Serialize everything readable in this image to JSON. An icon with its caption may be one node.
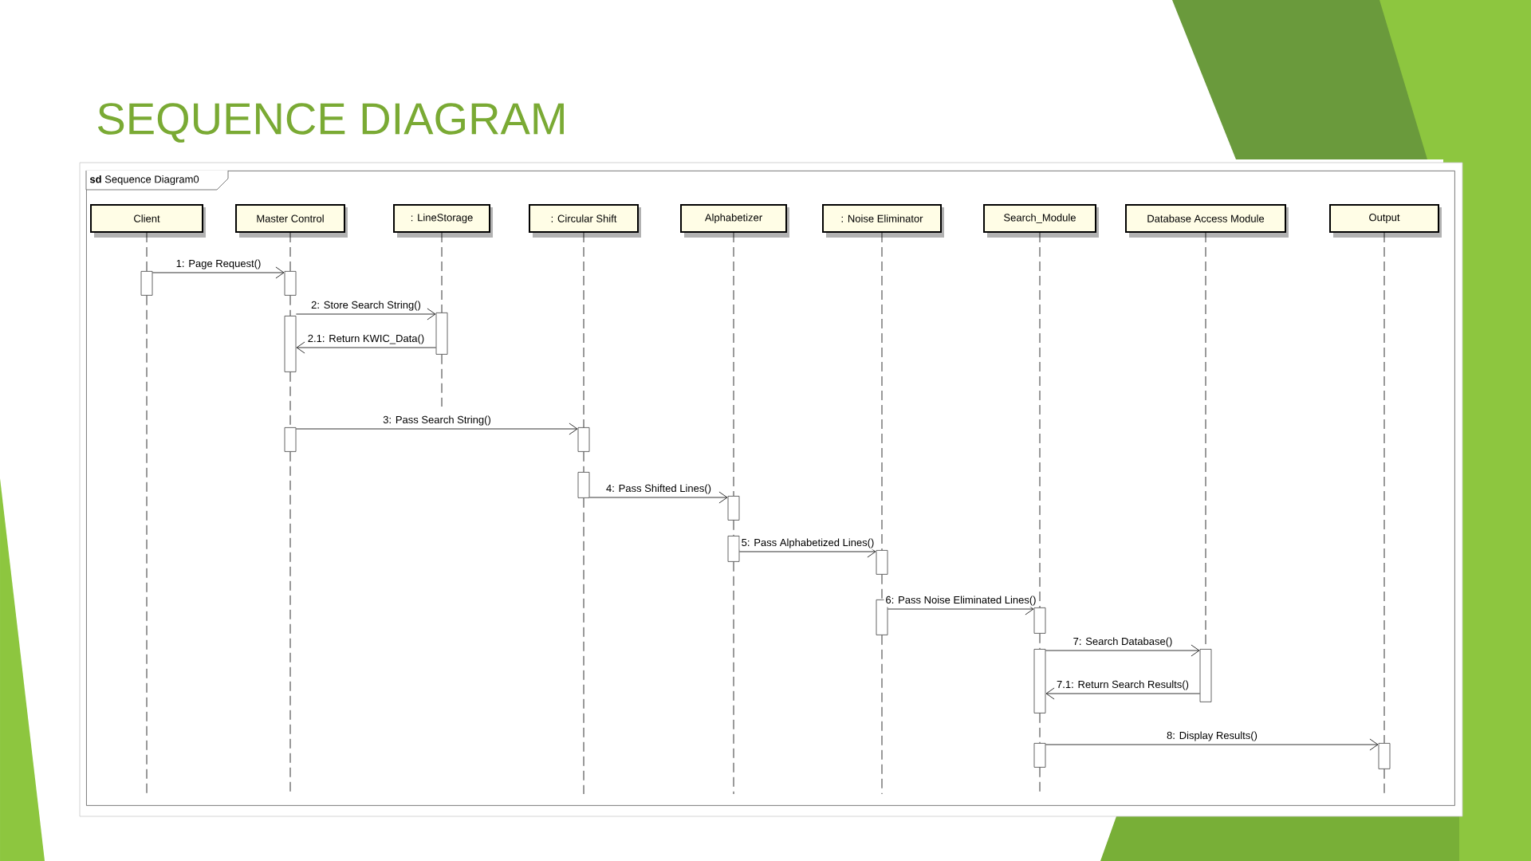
{
  "diagram": {
    "title": "SEQUENCE DIAGRAM",
    "nodes": [
      {
        "text": [
          "**sd** Sequence Diagram0"
        ]
      },
      {
        "text": [
          "Client"
        ],
        "in": 0
      },
      {
        "text": [
          "Master Control"
        ],
        "in": 0
      },
      {
        "text": [
          ": LineStorage"
        ],
        "in": 0
      },
      {
        "text": [
          ": Circular Shift"
        ],
        "in": 0
      },
      {
        "text": [
          "Alphabetizer"
        ],
        "in": 0
      },
      {
        "text": [
          ": Noise Eliminator"
        ],
        "in": 0
      },
      {
        "text": [
          "Search_Module"
        ],
        "in": 0
      },
      {
        "text": [
          "Database Access Module"
        ],
        "in": 0
      },
      {
        "text": [
          "Output"
        ],
        "in": 0
      },
      {
        "text": [],
        "shape": "bar",
        "in": 0
      },
      {
        "text": [],
        "shape": "bar",
        "in": 0
      },
      {
        "text": [],
        "shape": "bar",
        "in": 0
      },
      {
        "text": [],
        "shape": "bar",
        "in": 0
      },
      {
        "text": [],
        "shape": "bar",
        "in": 0
      },
      {
        "text": [],
        "shape": "bar",
        "in": 0
      },
      {
        "text": [],
        "shape": "bar",
        "in": 0
      },
      {
        "text": [],
        "shape": "bar",
        "in": 0
      },
      {
        "text": [],
        "shape": "bar",
        "in": 0
      },
      {
        "text": [],
        "shape": "bar",
        "in": 0
      },
      {
        "text": [],
        "shape": "bar",
        "in": 0
      },
      {
        "text": [],
        "shape": "bar",
        "in": 0
      },
      {
        "text": [],
        "shape": "bar",
        "in": 0
      },
      {
        "text": [],
        "shape": "bar",
        "in": 0
      },
      {
        "text": [],
        "shape": "bar",
        "in": 0
      },
      {
        "text": [],
        "shape": "bar",
        "in": 0
      }
    ],
    "edges": [
      {
        "from": 10,
        "to": 11,
        "arrow": "to",
        "label": "1: Page Request()"
      },
      {
        "from": 12,
        "to": 13,
        "arrow": "to",
        "label": "2: Store Search String()"
      },
      {
        "from": 13,
        "to": 12,
        "arrow": "to",
        "label": "2.1: Return KWIC_Data()"
      },
      {
        "from": 14,
        "to": 15,
        "arrow": "to",
        "label": "3: Pass Search String()"
      },
      {
        "from": 16,
        "to": 17,
        "arrow": "to",
        "label": "4: Pass Shifted Lines()"
      },
      {
        "from": 18,
        "to": 19,
        "arrow": "to",
        "label": "5: Pass Alphabetized Lines()"
      },
      {
        "from": 20,
        "to": 21,
        "arrow": "to",
        "label": "6: Pass Noise Eliminated Lines()"
      },
      {
        "from": 22,
        "to": 23,
        "arrow": "to",
        "label": "7: Search Database()"
      },
      {
        "from": 23,
        "to": 22,
        "arrow": "to",
        "label": "7.1: Return Search Results()"
      },
      {
        "from": 24,
        "to": 25,
        "arrow": "to",
        "label": "8: Display Results()"
      },
      {
        "from": 1,
        "to": 10,
        "arrow": "none",
        "style": "dashed"
      },
      {
        "from": 10,
        "to": null,
        "arrow": "none",
        "style": "dashed"
      },
      {
        "from": 2,
        "to": 11,
        "arrow": "none",
        "style": "dashed"
      },
      {
        "from": 11,
        "to": 12,
        "arrow": "none",
        "style": "dashed"
      },
      {
        "from": 12,
        "to": 14,
        "arrow": "none",
        "style": "dashed"
      },
      {
        "from": 14,
        "to": null,
        "arrow": "none",
        "style": "dashed"
      },
      {
        "from": 3,
        "to": 13,
        "arrow": "none",
        "style": "dashed"
      },
      {
        "from": 13,
        "to": null,
        "arrow": "none",
        "style": "dashed"
      },
      {
        "from": 4,
        "to": 15,
        "arrow": "none",
        "style": "dashed"
      },
      {
        "from": 15,
        "to": 16,
        "arrow": "none",
        "style": "dashed"
      },
      {
        "from": 16,
        "to": null,
        "arrow": "none",
        "style": "dashed"
      },
      {
        "from": 5,
        "to": 17,
        "arrow": "none",
        "style": "dashed"
      },
      {
        "from": 17,
        "to": 18,
        "arrow": "none",
        "style": "dashed"
      },
      {
        "from": 18,
        "to": null,
        "arrow": "none",
        "style": "dashed"
      },
      {
        "from": 6,
        "to": 19,
        "arrow": "none",
        "style": "dashed"
      },
      {
        "from": 19,
        "to": 20,
        "arrow": "none",
        "style": "dashed"
      },
      {
        "from": 20,
        "to": null,
        "arrow": "none",
        "style": "dashed"
      },
      {
        "from": 7,
        "to": 21,
        "arrow": "none",
        "style": "dashed"
      },
      {
        "from": 21,
        "to": 22,
        "arrow": "none",
        "style": "dashed"
      },
      {
        "from": 22,
        "to": 24,
        "arrow": "none",
        "style": "dashed"
      },
      {
        "from": 24,
        "to": null,
        "arrow": "none",
        "style": "dashed"
      },
      {
        "from": 8,
        "to": 23,
        "arrow": "none",
        "style": "dashed"
      },
      {
        "from": 9,
        "to": 25,
        "arrow": "none",
        "style": "dashed"
      },
      {
        "from": 25,
        "to": null,
        "arrow": "none",
        "style": "dashed"
      }
    ]
  }
}
